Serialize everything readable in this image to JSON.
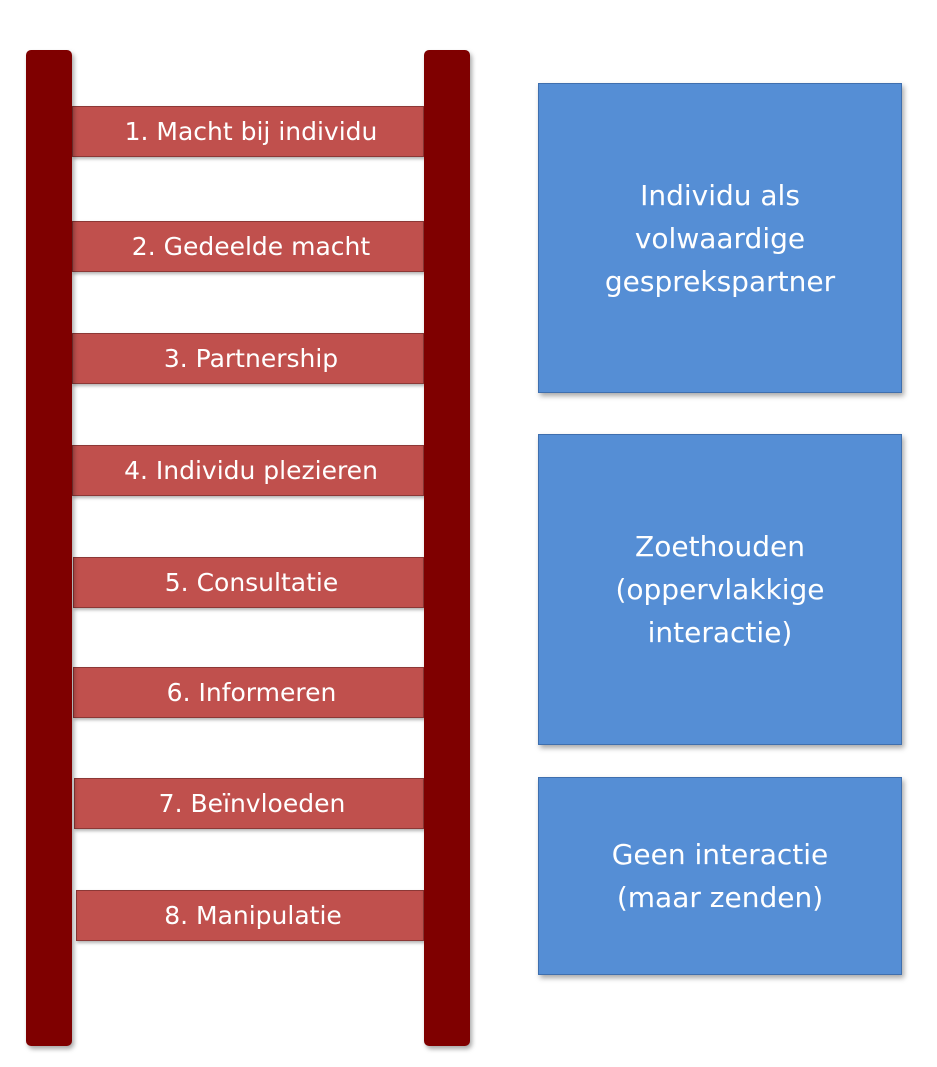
{
  "ladder": {
    "rungs": [
      "1. Macht bij individu",
      "2. Gedeelde macht",
      "3. Partnership",
      "4. Individu plezieren",
      "5. Consultatie",
      "6. Informeren",
      "7. Beïnvloeden",
      "8. Manipulatie"
    ]
  },
  "groups": [
    "Individu als\nvolwaardige\ngesprekspartner",
    "Zoethouden\n(oppervlakkige\ninteractie)",
    "Geen  interactie\n(maar zenden)"
  ],
  "colors": {
    "rail": "#7f0000",
    "rung": "#c0504d",
    "box": "#558ed5"
  }
}
